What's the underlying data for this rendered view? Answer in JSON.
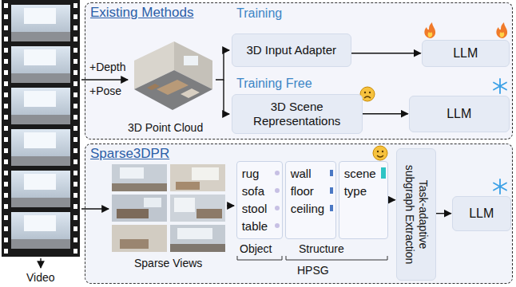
{
  "diagram": {
    "nodes": [
      {
        "text": [
          "Existing Methods"
        ]
      },
      {
        "text": [
          "3D Input Adapter"
        ],
        "in": 0
      },
      {
        "text": [
          "LLM"
        ],
        "in": 0
      },
      {
        "text": [
          "3D Scene Representations"
        ],
        "in": 0
      },
      {
        "text": [
          "LLM"
        ],
        "in": 0
      },
      {
        "text": [
          "Sparse3DPR"
        ]
      },
      {
        "text": [
          "rug",
          "sofa",
          "stool",
          "table"
        ],
        "in": 5
      },
      {
        "text": [
          "wall",
          "floor",
          "ceiling"
        ],
        "in": 5
      },
      {
        "text": [
          "scene type"
        ],
        "in": 5
      },
      {
        "text": [
          "Task-adaptive subgraph Extraction"
        ],
        "in": 5
      },
      {
        "text": [
          "LLM"
        ],
        "in": 5
      }
    ],
    "edges": [
      {
        "from": 1,
        "to": 2,
        "arrow": "to"
      },
      {
        "from": 3,
        "to": 4,
        "arrow": "to"
      },
      {
        "from": 8,
        "to": 9,
        "arrow": "to"
      },
      {
        "from": 9,
        "to": 10,
        "arrow": "to"
      }
    ],
    "labels": [
      "Training",
      "Training Free",
      "+Depth",
      "+Pose",
      "3D Point Cloud",
      "Video",
      "Sparse Views",
      "Object",
      "Structure",
      "HPSG"
    ]
  }
}
